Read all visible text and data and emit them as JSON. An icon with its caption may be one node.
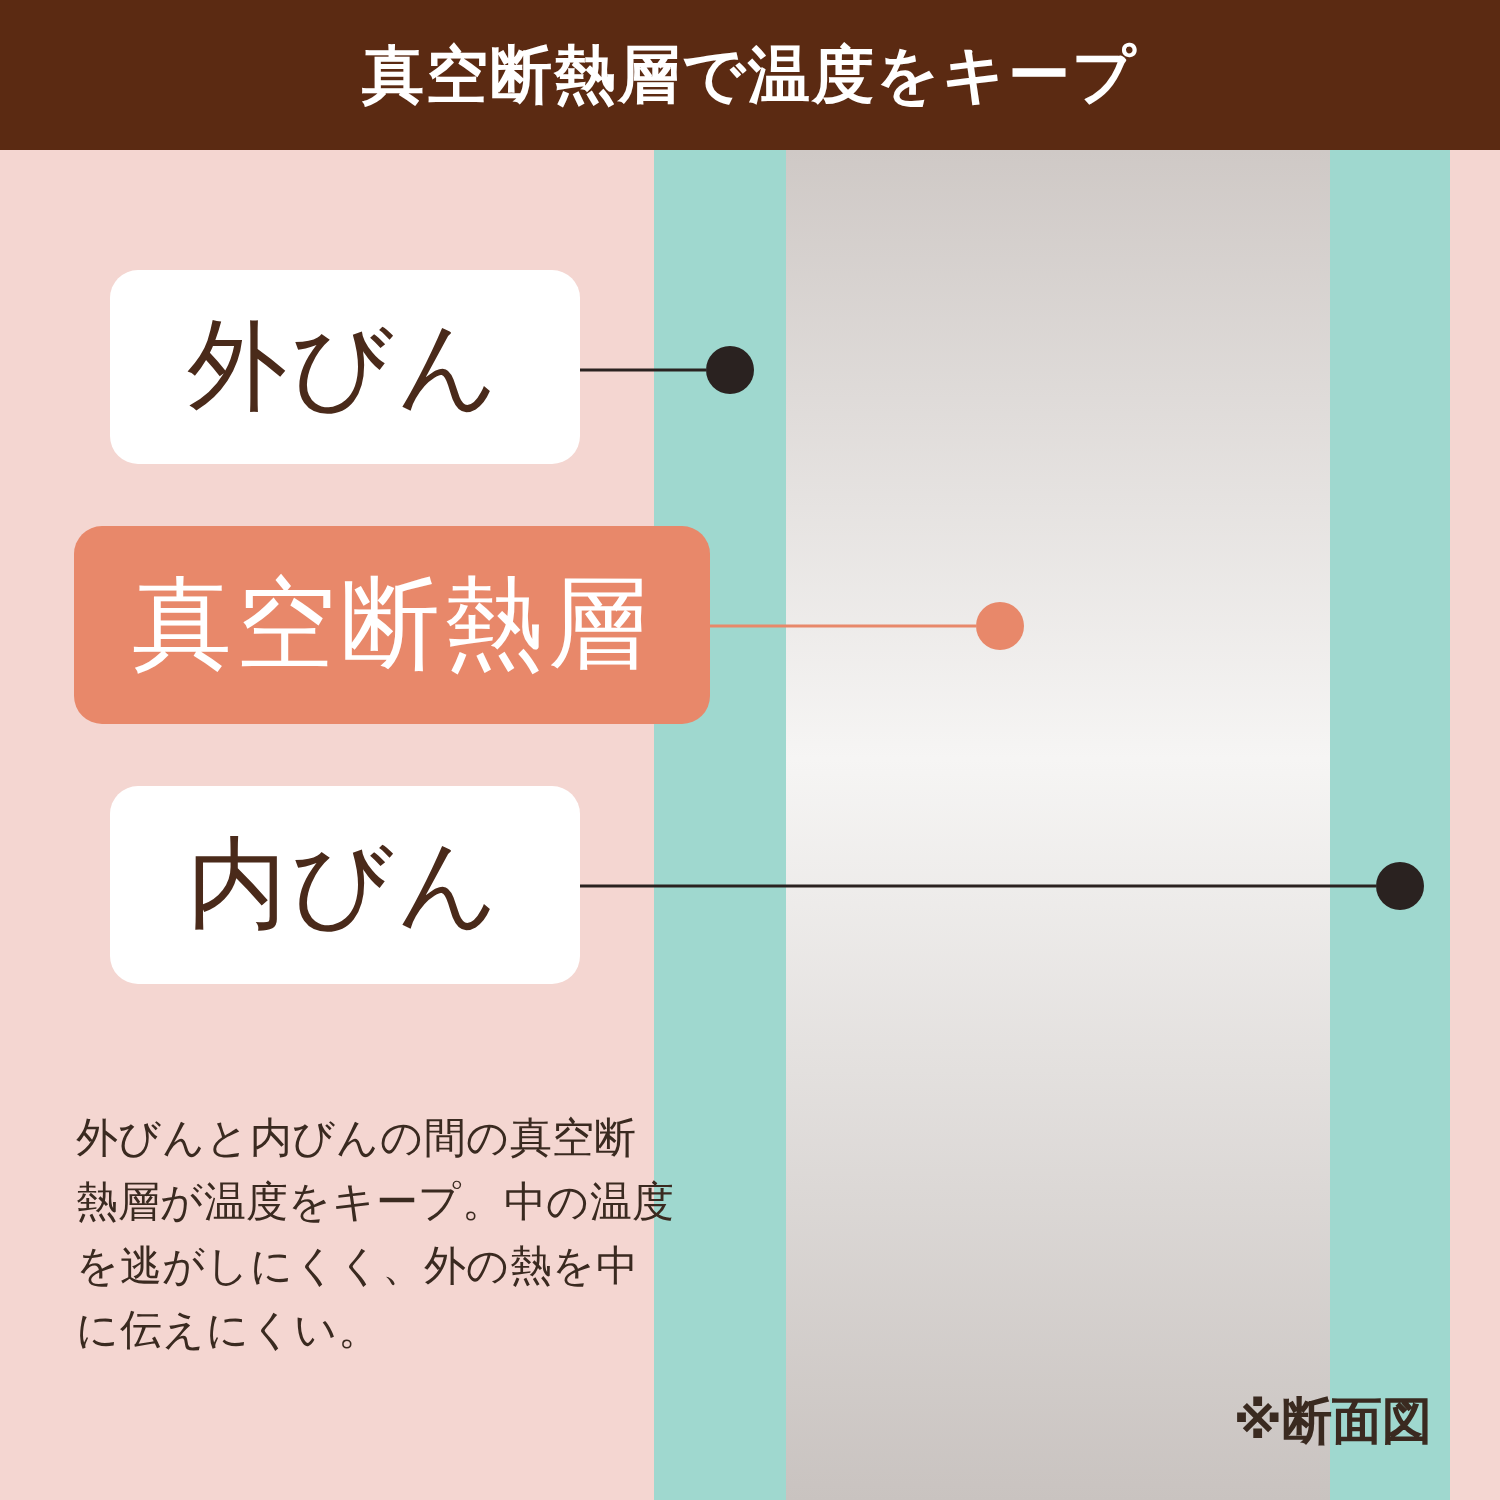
{
  "diagram": {
    "title": "真空断熱層で温度をキープ",
    "nodes": [
      {
        "text": [
          "外びん"
        ]
      },
      {
        "text": [
          "真空断熱層"
        ]
      },
      {
        "text": [
          "内びん"
        ]
      },
      {
        "text": [],
        "shape": "circle"
      },
      {
        "text": [],
        "shape": "circle"
      },
      {
        "text": [],
        "shape": "circle"
      }
    ],
    "edges": [
      {
        "from": 0,
        "to": 3,
        "arrow": "none"
      },
      {
        "from": 1,
        "to": 4,
        "arrow": "none",
        "color": "#e8886a"
      },
      {
        "from": 2,
        "to": 5,
        "arrow": "none"
      }
    ],
    "labels": [
      "外びんと内びんの間の真空断熱層が温度をキープ。中の温度を逃がしにくく、外の熱を中に伝えにくい。",
      "※断面図"
    ]
  }
}
